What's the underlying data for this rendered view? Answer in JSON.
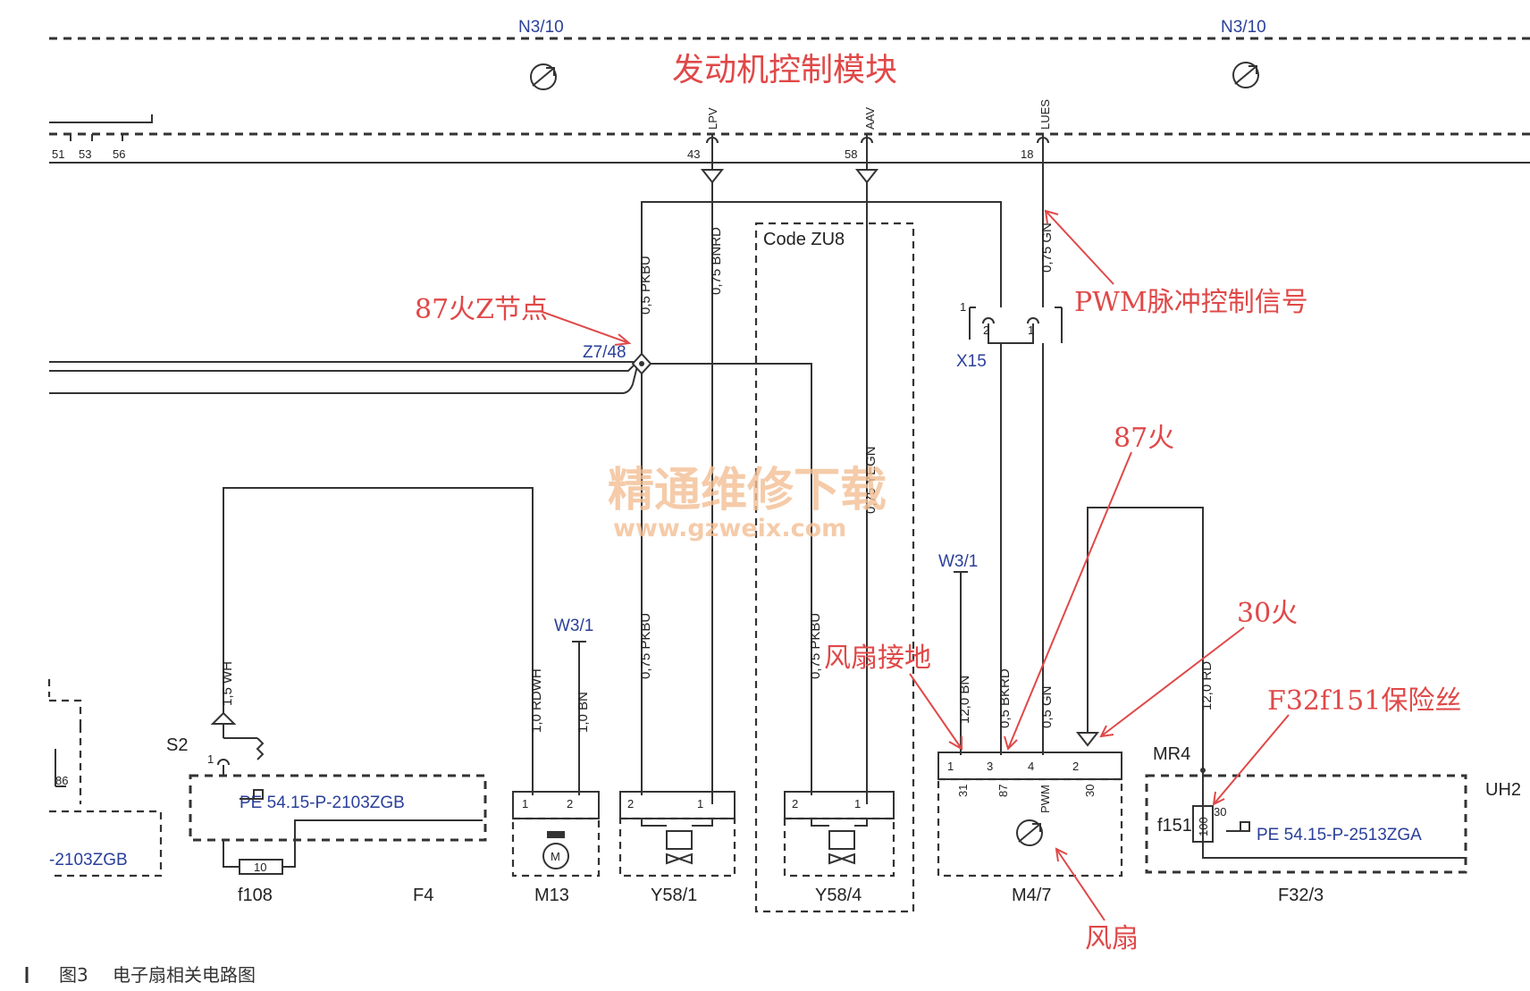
{
  "module": {
    "title": "发动机控制模块",
    "ref_left": "N3/10",
    "ref_right": "N3/10"
  },
  "top_pins": {
    "p51": "51",
    "p53": "53",
    "p56": "56",
    "p43": "43",
    "p58": "58",
    "p18": "18",
    "s43": "LPV",
    "s58": "AAV",
    "s18": "LUES"
  },
  "wires": {
    "w1": "0,5 PKBU",
    "w2": "0,75 BNRD",
    "w3": "0,75 GN",
    "w4": "0,75 YEGN",
    "w5": "1,5 WH",
    "w6": "1,0 RDWH",
    "w7": "1,0 BN",
    "w8": "0,75 PKBU",
    "w9": "0,75 PKBU",
    "w10": "12,0 BN",
    "w11": "0,5 BKRD",
    "w12": "0,5 GN",
    "w13": "12,0 RD"
  },
  "nodes": {
    "z748": "Z7/48",
    "x15": "X15",
    "code": "Code ZU8",
    "w31a": "W3/1",
    "w31b": "W3/1",
    "s2": "S2",
    "mr4": "MR4",
    "uh2": "UH2"
  },
  "pins": {
    "one": "1",
    "two": "2",
    "three": "3",
    "four": "4",
    "p31": "31",
    "p87": "87",
    "pwm": "PWM",
    "p30": "30",
    "p86": "86",
    "p10": "10",
    "p100": "100"
  },
  "components": {
    "f108": "f108",
    "f4": "F4",
    "m13": "M13",
    "y581": "Y58/1",
    "y584": "Y58/4",
    "m47": "M4/7",
    "f323": "F32/3",
    "f151": "f151"
  },
  "refs": {
    "pe1": "PE 54.15-P-2103ZGB",
    "pe_left": "-2103ZGB",
    "pe2": "PE 54.15-P-2513ZGA"
  },
  "annotations": {
    "z_node": "87火Z节点",
    "pwm": "PWM脉冲控制信号",
    "fire87": "87火",
    "fire30": "30火",
    "fan_ground": "风扇接地",
    "fuse": "F32f151保险丝",
    "fan": "风扇"
  },
  "watermark": {
    "cn": "精通维修下载",
    "url": "www.gzweix.com"
  },
  "caption": {
    "figure": "图3",
    "text": "电子扇相关电路图"
  },
  "colors": {
    "annotation": "#e04848",
    "reference": "#2a3f9a",
    "watermark": "#f3bf94"
  }
}
